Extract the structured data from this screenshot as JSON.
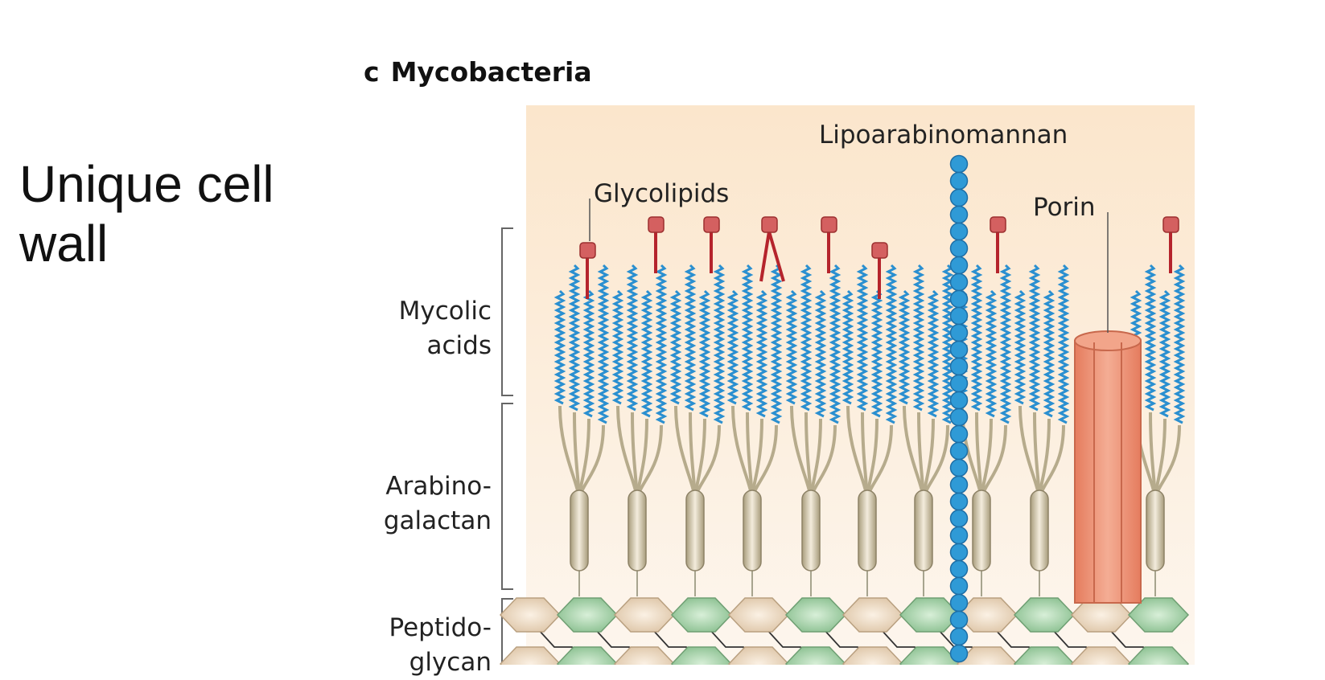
{
  "slide": {
    "title": "Unique cell wall"
  },
  "figure": {
    "panel_letter": "c",
    "title": "Mycobacteria",
    "layers": [
      {
        "line1": "Mycolic",
        "line2": "acids"
      },
      {
        "line1": "Arabino-",
        "line2": "galactan"
      },
      {
        "line1": "Peptido-",
        "line2": "glycan"
      }
    ],
    "callouts": {
      "lipoarabinomannan": "Lipoarabinomannan",
      "glycolipids": "Glycolipids",
      "porin": "Porin"
    }
  },
  "colors": {
    "panel_background": "#fbe9d3",
    "mycolic_acid": "#2a8fd0",
    "lipoarabinomannan": "#2f9ad6",
    "glycolipid": "#b5242c",
    "glycolipid_head": "#d46060",
    "arabinogalactan_stalk": "#b9ae90",
    "porin": "#e88e72",
    "peptidoglycan_green": "#98c89c",
    "peptidoglycan_tan": "#e6d0b6"
  }
}
